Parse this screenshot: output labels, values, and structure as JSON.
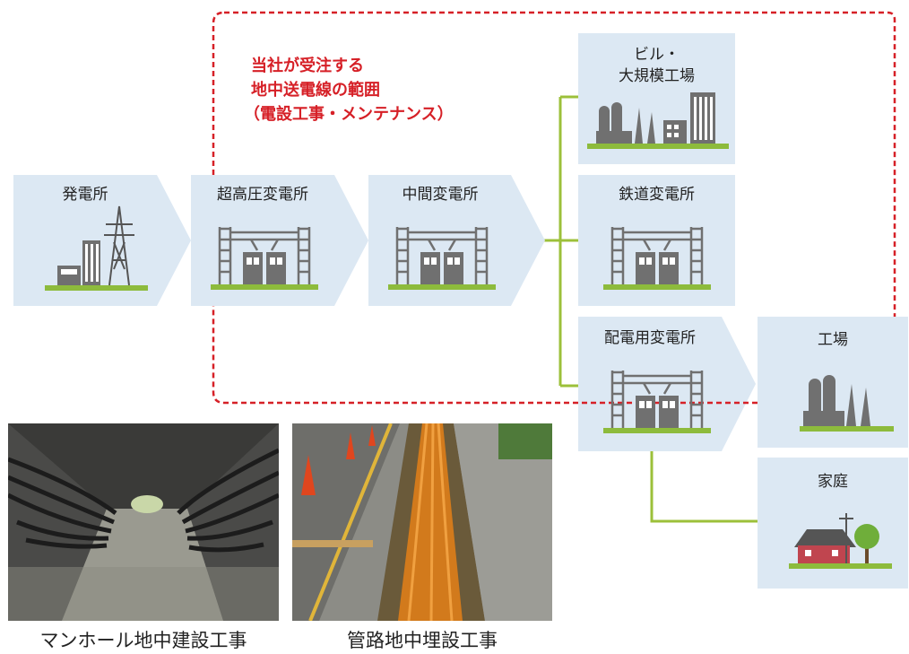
{
  "scope": {
    "title_line1": "当社が受注する",
    "title_line2": "地中送電線の範囲",
    "title_line3": "（電設工事・メンテナンス）",
    "color": "#d62027"
  },
  "nodes": {
    "power_plant": "発電所",
    "ultra_high_substation": "超高圧変電所",
    "intermediate_substation": "中間変電所",
    "building_line1": "ビル・",
    "building_line2": "大規模工場",
    "railway_substation": "鉄道変電所",
    "distribution_substation": "配電用変電所",
    "factory": "工場",
    "home": "家庭"
  },
  "photos": {
    "manhole_caption": "マンホール地中建設工事",
    "conduit_caption": "管路地中埋設工事"
  },
  "colors": {
    "node_bg": "#dce8f3",
    "connector": "#9cc03a",
    "ground": "#8dbb3c",
    "building": "#707070"
  }
}
